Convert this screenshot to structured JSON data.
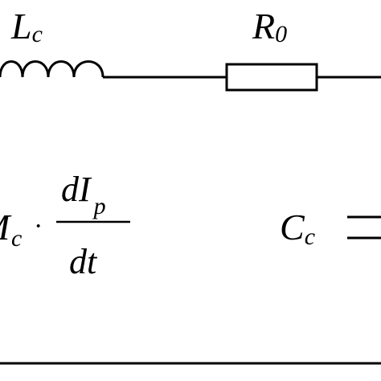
{
  "components": {
    "inductor": {
      "symbol": "L",
      "subscript": "c"
    },
    "resistor": {
      "symbol": "R",
      "subscript": "0"
    },
    "capacitor": {
      "symbol": "C",
      "subscript": "c"
    }
  },
  "source": {
    "prefix": "M",
    "subscript": "c",
    "operator": "·",
    "numerator_d": "dI",
    "numerator_subscript": "p",
    "denominator": "dt"
  }
}
